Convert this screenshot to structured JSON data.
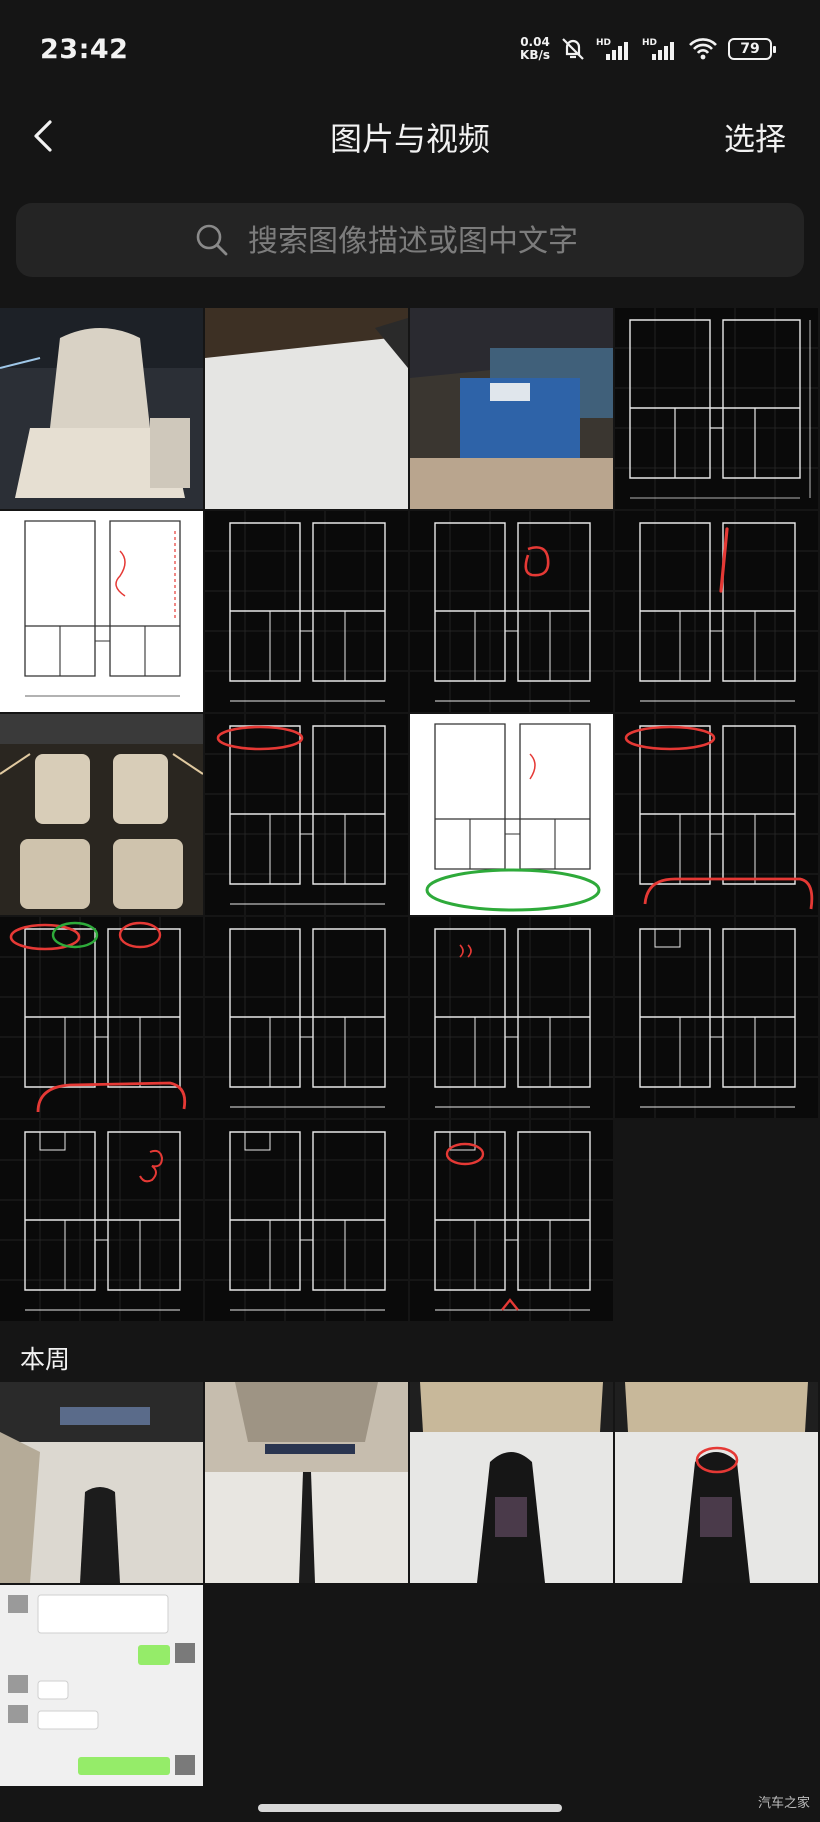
{
  "status": {
    "time": "23:42",
    "net_speed_value": "0.04",
    "net_speed_unit": "KB/s",
    "battery": "79",
    "signal_labels": [
      "HD",
      "HD"
    ]
  },
  "header": {
    "title": "图片与视频",
    "select_label": "选择"
  },
  "search": {
    "placeholder": "搜索图像描述或图中文字"
  },
  "sections": {
    "week_label": "本周"
  },
  "watermark": "汽车之家",
  "icons": [
    "back-icon",
    "search-icon",
    "wifi-icon",
    "mute-icon",
    "signal-icon",
    "battery-icon"
  ],
  "colors": {
    "background": "#151515",
    "search_bg": "#242424",
    "text": "#f2f2f2",
    "placeholder": "#7c7c7c",
    "markup_red": "#e53935",
    "markup_green": "#2eaa3a"
  }
}
